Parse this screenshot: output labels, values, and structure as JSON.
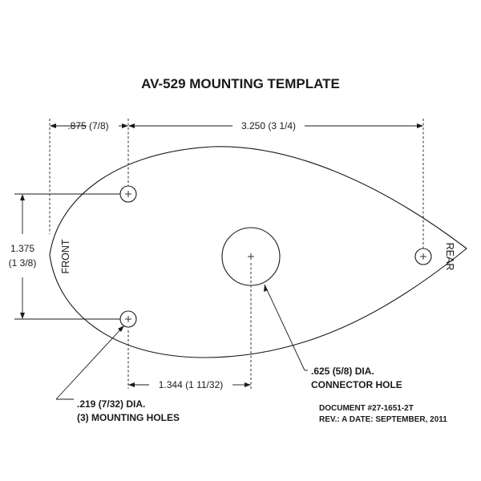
{
  "title": "AV-529 MOUNTING TEMPLATE",
  "dimensions": {
    "front_offset": ".875 (7/8)",
    "overall_length": "3.250 (3 1/4)",
    "hole_spacing_decimal": "1.375",
    "hole_spacing_fraction": "(1 3/8)",
    "connector_offset": "1.344 (1 11/32)"
  },
  "labels": {
    "front": "FRONT",
    "rear": "REAR"
  },
  "connector_note": {
    "line1": ".625 (5/8) DIA.",
    "line2": "CONNECTOR HOLE"
  },
  "mounting_note": {
    "line1": ".219 (7/32) DIA.",
    "line2": "(3) MOUNTING HOLES"
  },
  "document": {
    "number": "DOCUMENT #27-1651-2T",
    "revision": "REV.: A   DATE: SEPTEMBER, 2011"
  }
}
